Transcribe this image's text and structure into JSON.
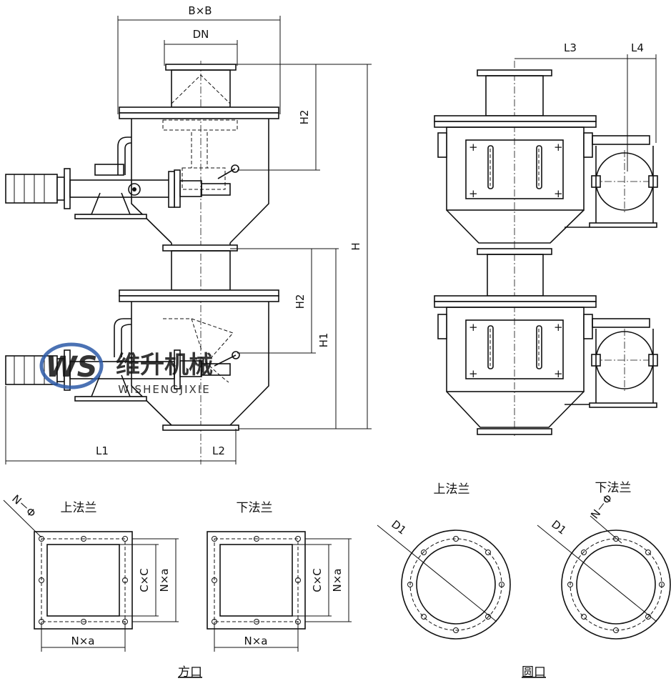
{
  "dimensions": {
    "bxb": "B×B",
    "dn": "DN",
    "h2_upper": "H2",
    "h2_lower": "H2",
    "h": "H",
    "h1": "H1",
    "l1": "L1",
    "l2": "L2",
    "l3": "L3",
    "l4": "L4"
  },
  "flanges": {
    "square": {
      "upper_title": "上法兰",
      "lower_title": "下法兰",
      "hole_note": "N－Φ",
      "side_cxc_upper": "C×C",
      "side_nxa_upper": "N×a",
      "bottom_nxa_upper": "N×a",
      "side_cxc_lower": "C×C",
      "side_nxa_lower": "N×a",
      "bottom_nxa_lower": "N×a",
      "caption": "方口"
    },
    "round": {
      "upper_title": "上法兰",
      "lower_title": "下法兰",
      "d1_upper": "D1",
      "d1_lower": "D1",
      "hole_note": "N－Φ",
      "caption": "圆口"
    }
  },
  "watermark": {
    "logo": "WS",
    "brand_cn": "维升机械",
    "brand_en": "WISHENGJIXIE",
    "colors": {
      "red": "#d62b2b",
      "blue": "#2c5aa8"
    }
  }
}
